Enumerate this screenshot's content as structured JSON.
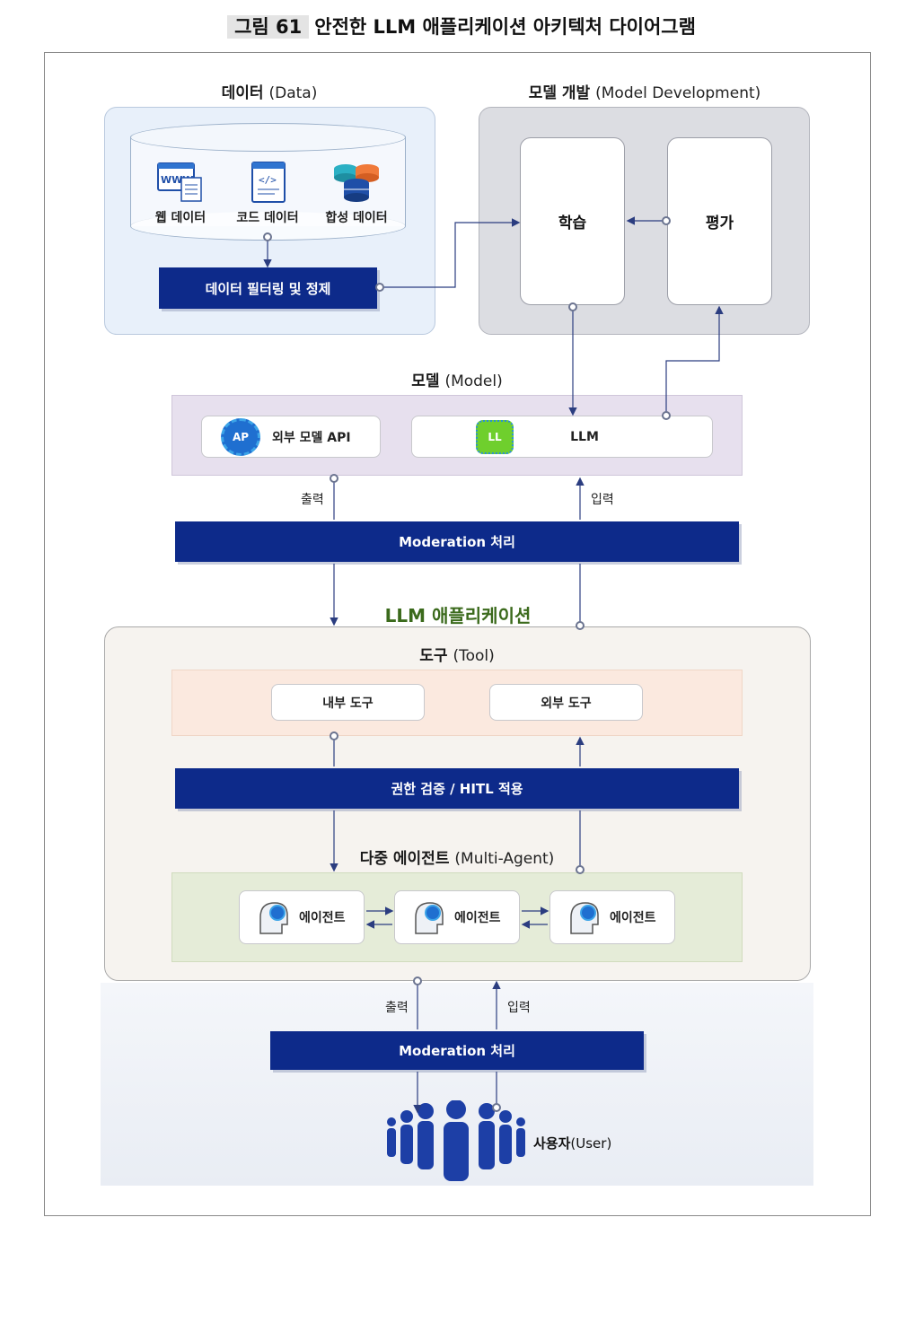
{
  "caption": {
    "number": "그림 61",
    "title": "안전한 LLM 애플리케이션 아키텍처 다이어그램"
  },
  "data_section": {
    "title": "데이터",
    "subtitle": "(Data)",
    "sources": [
      {
        "label": "웹 데이터",
        "icon": "web-data-icon"
      },
      {
        "label": "코드 데이터",
        "icon": "code-data-icon"
      },
      {
        "label": "합성 데이터",
        "icon": "database-icon"
      }
    ],
    "filter_label": "데이터 필터링 및 정제"
  },
  "dev_section": {
    "title": "모델 개발",
    "subtitle": "(Model Development)",
    "train_label": "학습",
    "eval_label": "평가"
  },
  "model_section": {
    "title": "모델",
    "subtitle": "(Model)",
    "api_icon_text": "AP",
    "api_label": "외부 모델 API",
    "llm_icon_text": "LL",
    "llm_label": "LLM"
  },
  "top_io": {
    "output_label": "출력",
    "input_label": "입력",
    "moderation_label": "Moderation 처리"
  },
  "app_title": "LLM 애플리케이션",
  "tool_section": {
    "title": "도구",
    "subtitle": "(Tool)",
    "internal_label": "내부 도구",
    "external_label": "외부 도구"
  },
  "auth_label": "권한 검증 / HITL 적용",
  "agent_section": {
    "title": "다중 에이전트",
    "subtitle": "(Multi-Agent)",
    "agents": [
      "에이전트",
      "에이전트",
      "에이전트"
    ]
  },
  "bottom_io": {
    "output_label": "출력",
    "input_label": "입력",
    "moderation_label": "Moderation 처리"
  },
  "user": {
    "label": "사용자",
    "sublabel": "(User)"
  },
  "colors": {
    "navy": "#0d2a8a",
    "app_title_green": "#3b6a1c",
    "arrow": "#2b3d80"
  }
}
